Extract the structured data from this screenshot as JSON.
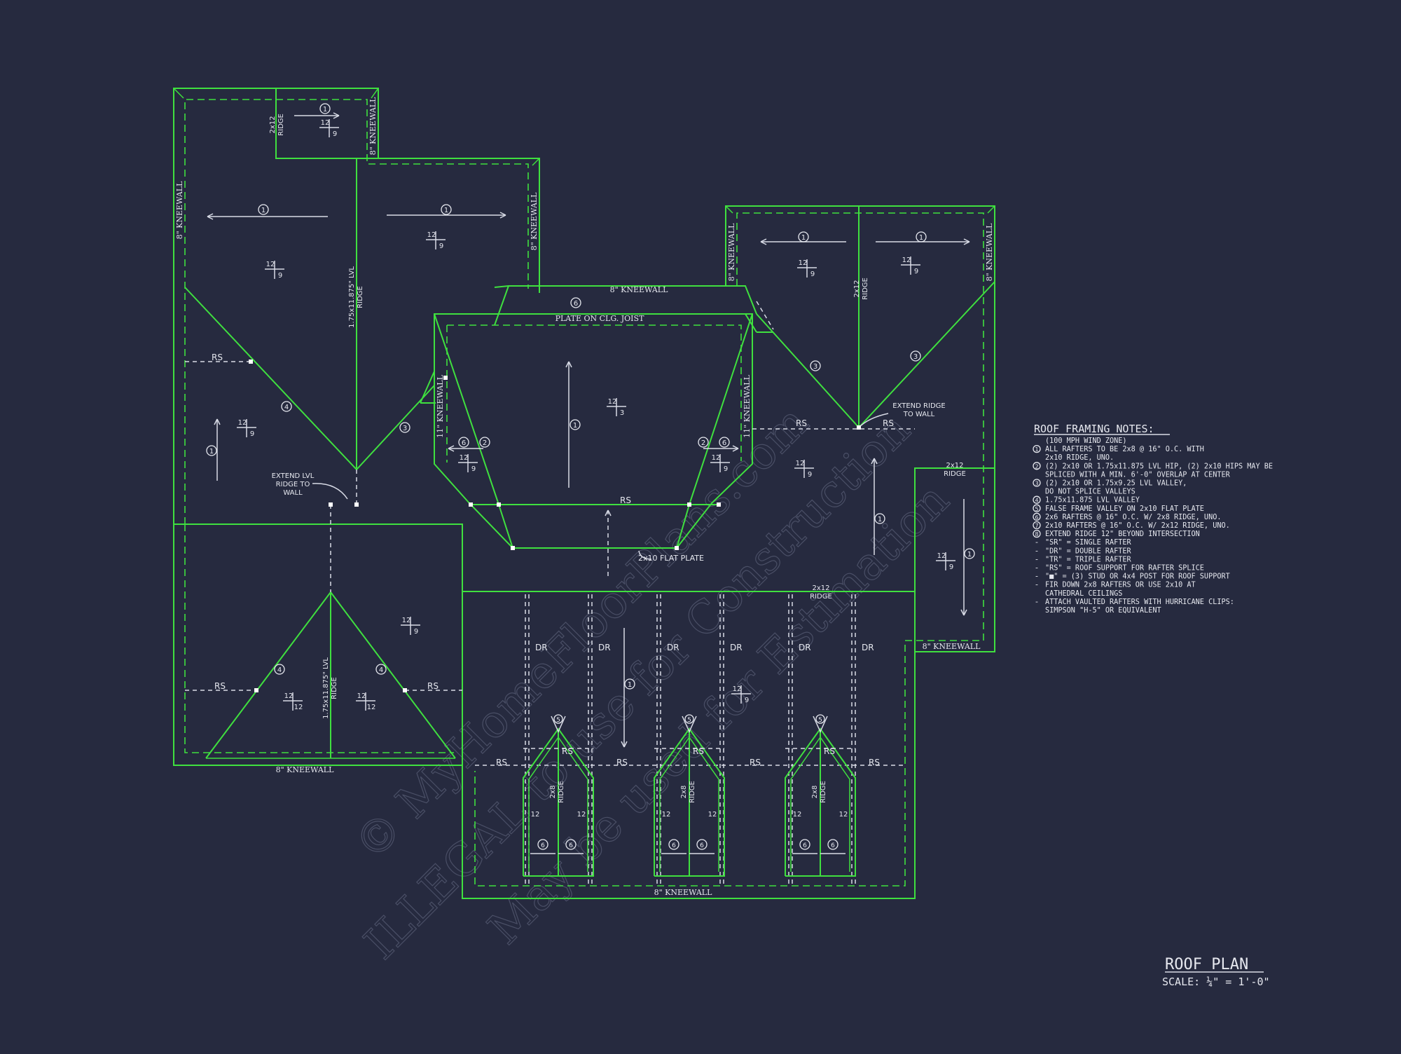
{
  "colors": {
    "background": "#262a3f",
    "linework": "#3fe03f",
    "text": "#e6e8ef",
    "watermark": "#4a4f66"
  },
  "labels": {
    "kneewall": "8\" KNEEWALL",
    "kneewall_11": "11\" KNEEWALL",
    "plate_on_clg_joist": "PLATE ON CLG. JOIST",
    "flat_plate": "2x10 FLAT PLATE",
    "ridge": "RIDGE",
    "ridge_2x12": "2x12",
    "ridge_2x8": "2x8",
    "lvl_ridge": "1.75x11.875\" LVL",
    "rs": "RS",
    "dr": "DR",
    "extend_lvl": [
      "EXTEND LVL",
      "RIDGE TO",
      "WALL"
    ],
    "extend_ridge": [
      "EXTEND RIDGE",
      "TO WALL"
    ],
    "pitch_12": "12",
    "pitch_9": "9",
    "pitch_3": "3"
  },
  "notes": {
    "title": "ROOF FRAMING NOTES:",
    "lines": [
      {
        "mark": "",
        "text": "(100 MPH WIND ZONE)"
      },
      {
        "mark": "1",
        "text": "ALL RAFTERS TO BE 2x8 @ 16\" O.C. WITH"
      },
      {
        "mark": "",
        "text": "2x10 RIDGE, UNO."
      },
      {
        "mark": "2",
        "text": "(2) 2x10 OR 1.75x11.875 LVL HIP, (2) 2x10 HIPS MAY BE"
      },
      {
        "mark": "",
        "text": "SPLICED WITH A MIN. 6'-0\" OVERLAP AT CENTER"
      },
      {
        "mark": "3",
        "text": "(2) 2x10 OR 1.75x9.25 LVL VALLEY,"
      },
      {
        "mark": "",
        "text": "DO NOT SPLICE VALLEYS"
      },
      {
        "mark": "4",
        "text": "1.75x11.875 LVL VALLEY"
      },
      {
        "mark": "5",
        "text": "FALSE FRAME VALLEY ON 2x10 FLAT PLATE"
      },
      {
        "mark": "6",
        "text": "2x6 RAFTERS @ 16\" O.C. W/ 2x8 RIDGE, UNO."
      },
      {
        "mark": "7",
        "text": "2x10 RAFTERS @ 16\" O.C. W/ 2x12 RIDGE, UNO."
      },
      {
        "mark": "8",
        "text": "EXTEND RIDGE 12\" BEYOND INTERSECTION"
      },
      {
        "mark": "-",
        "text": "\"SR\" = SINGLE RAFTER"
      },
      {
        "mark": "-",
        "text": "\"DR\" = DOUBLE RAFTER"
      },
      {
        "mark": "-",
        "text": "\"TR\" = TRIPLE RAFTER"
      },
      {
        "mark": "-",
        "text": "\"RS\" = ROOF SUPPORT FOR RAFTER SPLICE"
      },
      {
        "mark": "-",
        "text": "\"■\" = (3) STUD OR 4x4 POST FOR ROOF SUPPORT"
      },
      {
        "mark": "-",
        "text": "FIR DOWN 2x8 RAFTERS OR USE 2x10 AT"
      },
      {
        "mark": "",
        "text": "CATHEDRAL CEILINGS"
      },
      {
        "mark": "-",
        "text": "ATTACH VAULTED RAFTERS WITH HURRICANE CLIPS:"
      },
      {
        "mark": "",
        "text": "SIMPSON \"H-5\" OR EQUIVALENT"
      }
    ]
  },
  "title_block": {
    "title": "ROOF PLAN",
    "scale": "SCALE: ¼\" = 1'-0\""
  },
  "watermark": {
    "line1": "© MyHomeFloorPlans.com",
    "line2": "ILLEGAL to use for Construction",
    "line3": "May be used for Estimation"
  }
}
